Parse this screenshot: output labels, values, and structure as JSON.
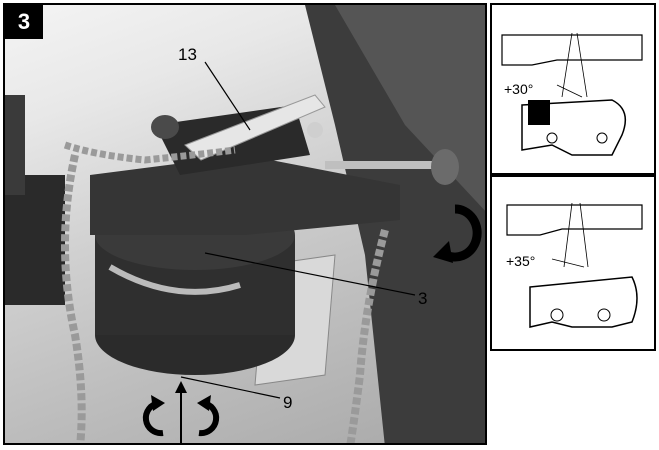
{
  "figure": {
    "number": "3",
    "callouts": {
      "part_13": "13",
      "part_3": "3",
      "part_9": "9"
    }
  },
  "details": [
    {
      "angle": "+30°"
    },
    {
      "angle": "+35°"
    }
  ],
  "colors": {
    "background": "#ffffff",
    "frame": "#000000",
    "machine_body": "#2f2f2f",
    "guide_plate": "#e6e6e6",
    "wall": "#3c3c3c"
  },
  "icons": [
    "rotate-arrow-icon",
    "rotate-left-arrow-icon",
    "rotate-right-arrow-icon",
    "up-arrow-icon"
  ]
}
